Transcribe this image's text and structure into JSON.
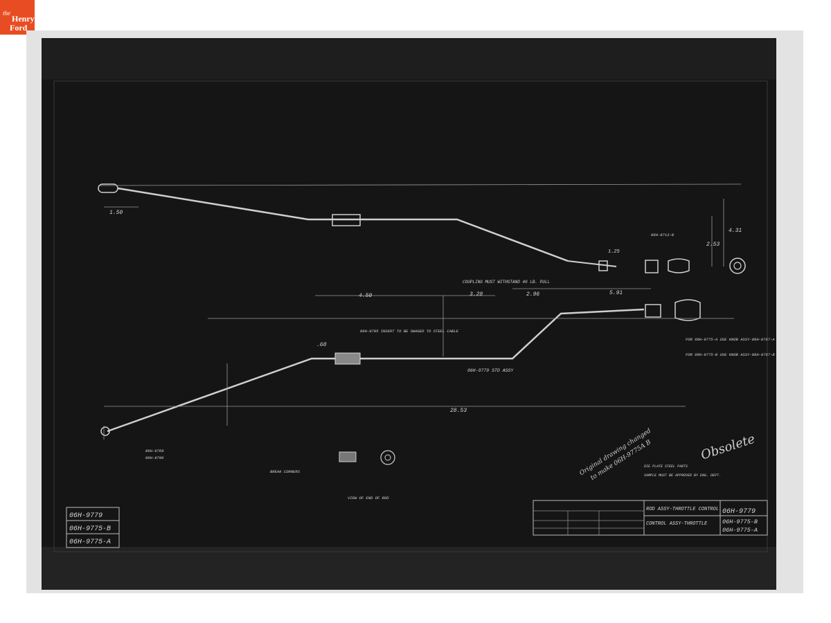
{
  "logo": {
    "the": "the",
    "henry": "Henry",
    "ford": "Ford"
  },
  "drawing": {
    "part_numbers": [
      "06H-9779",
      "06H-9775-B",
      "06H-9775-A"
    ],
    "title_block": {
      "title_1": "ROD ASSY-THROTTLE CONTROL",
      "title_2": "CONTROL ASSY-THROTTLE",
      "number_1": "06H-9779",
      "number_2": "06H-9775-B",
      "number_3": "06H-9775-A"
    },
    "dimensions": {
      "d1": "1.50",
      "d2": "4.50",
      "d3": "3.28",
      "d4": "2.96",
      "d5": "5.91",
      "d6": "28.53",
      "d7": ".60",
      "d8": "2.53",
      "d9": "4.31",
      "d10": "1.25"
    },
    "notes": {
      "coupling": "COUPLING MUST WITHSTAND 40 LB. PULL",
      "insert": "06H-9705 INSERT TO BE SWAGED TO STEEL CABLE",
      "cable": "06H-9779 STD ASSY",
      "bend": "BREAK CORNERS",
      "view": "VIEW OF END OF ROD",
      "part_a": "FOR 06H-9775-A USE KNOB ASSY-06H-9787-A",
      "part_b": "FOR 06H-9775-B USE KNOB ASSY-06H-9787-B",
      "ref_1": "06H-9769",
      "ref_2": "06H-9790",
      "ref_3": "06H-9713-B",
      "spec": "DIE PLATE STEEL PARTS",
      "approval": "SAMPLE MUST BE APPROVED BY ENG. DEPT."
    },
    "handwriting": {
      "note_1": "Original drawing changed",
      "note_2": "to make 06H-9775A B",
      "obsolete": "Obsolete"
    }
  }
}
